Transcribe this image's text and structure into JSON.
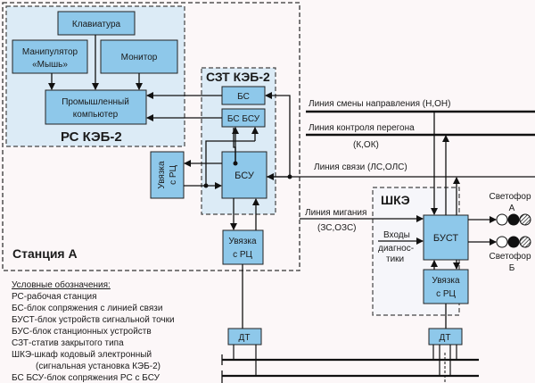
{
  "blocks": {
    "keyboard": "Клавиатура",
    "mouse_line1": "Манипулятор",
    "mouse_line2": "«Мышь»",
    "monitor": "Монитор",
    "pc_line1": "Промышленный",
    "pc_line2": "компьютер",
    "bs": "БС",
    "bs_bsu": "БС БСУ",
    "bsu": "БСУ",
    "uvyazka_line1": "Увязка",
    "uvyazka_line2": "с РЦ",
    "bust": "БУСТ",
    "dt": "ДТ"
  },
  "groups": {
    "rs": "РС КЭБ-2",
    "szt": "СЗТ КЭБ-2",
    "station": "Станция А",
    "shke": "ШКЭ"
  },
  "lines": {
    "direction": "Линия смены направления (Н,ОН)",
    "control_line1": "Линия контроля перегона",
    "control_line2": "(К,ОК)",
    "comm": "Линия связи (ЛС,ОЛС)",
    "blink_line1": "Линия мигания",
    "blink_line2": "(ЗС,ОЗС)",
    "diag_line1": "Входы",
    "diag_line2": "диагнос-",
    "diag_line3": "тики"
  },
  "signals": {
    "a_line1": "Светофор",
    "a_line2": "А",
    "b_line1": "Светофор",
    "b_line2": "Б"
  },
  "legend": {
    "title": "Условные обозначения:",
    "items": [
      "РС-рабочая станция",
      "БС-блок сопряжения с линией связи",
      "БУСТ-блок устройств сигнальной точки",
      "БУС-блок станционных устройств",
      "СЗТ-статив закрытого типа",
      "ШКЭ-шкаф кодовый электронный",
      "(сигнальная установка КЭБ-2)",
      "БС БСУ-блок сопряжения РС с БСУ"
    ]
  },
  "colors": {
    "block_fill": "#8ec8ea",
    "group_fill": "#dcebf6",
    "line": "#111111"
  }
}
